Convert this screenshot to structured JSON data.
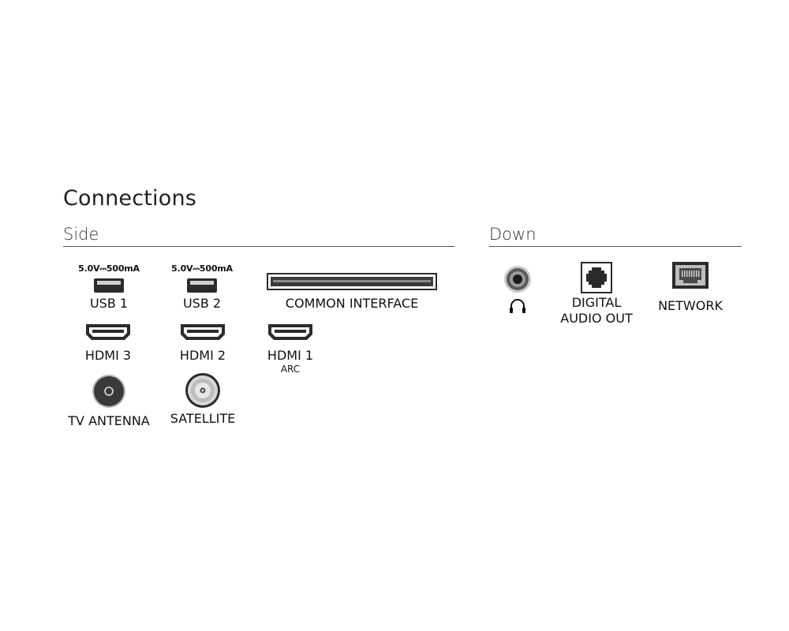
{
  "title": "Connections",
  "sections": {
    "side": "Side",
    "down": "Down"
  },
  "side": {
    "usb1": {
      "spec": "5.0V⎓500mA",
      "label": "USB 1"
    },
    "usb2": {
      "spec": "5.0V⎓500mA",
      "label": "USB 2"
    },
    "common_interface": {
      "label": "COMMON INTERFACE"
    },
    "hdmi3": {
      "label": "HDMI 3"
    },
    "hdmi2": {
      "label": "HDMI 2"
    },
    "hdmi1": {
      "label": "HDMI 1",
      "sub": "ARC"
    },
    "tv_antenna": {
      "label": "TV ANTENNA"
    },
    "satellite": {
      "label": "SATELLITE"
    }
  },
  "down": {
    "headphone": {
      "icon": "headphones-icon"
    },
    "digital_audio_out": {
      "line1": "DIGITAL",
      "line2": "AUDIO OUT"
    },
    "network": {
      "label": "NETWORK"
    }
  }
}
